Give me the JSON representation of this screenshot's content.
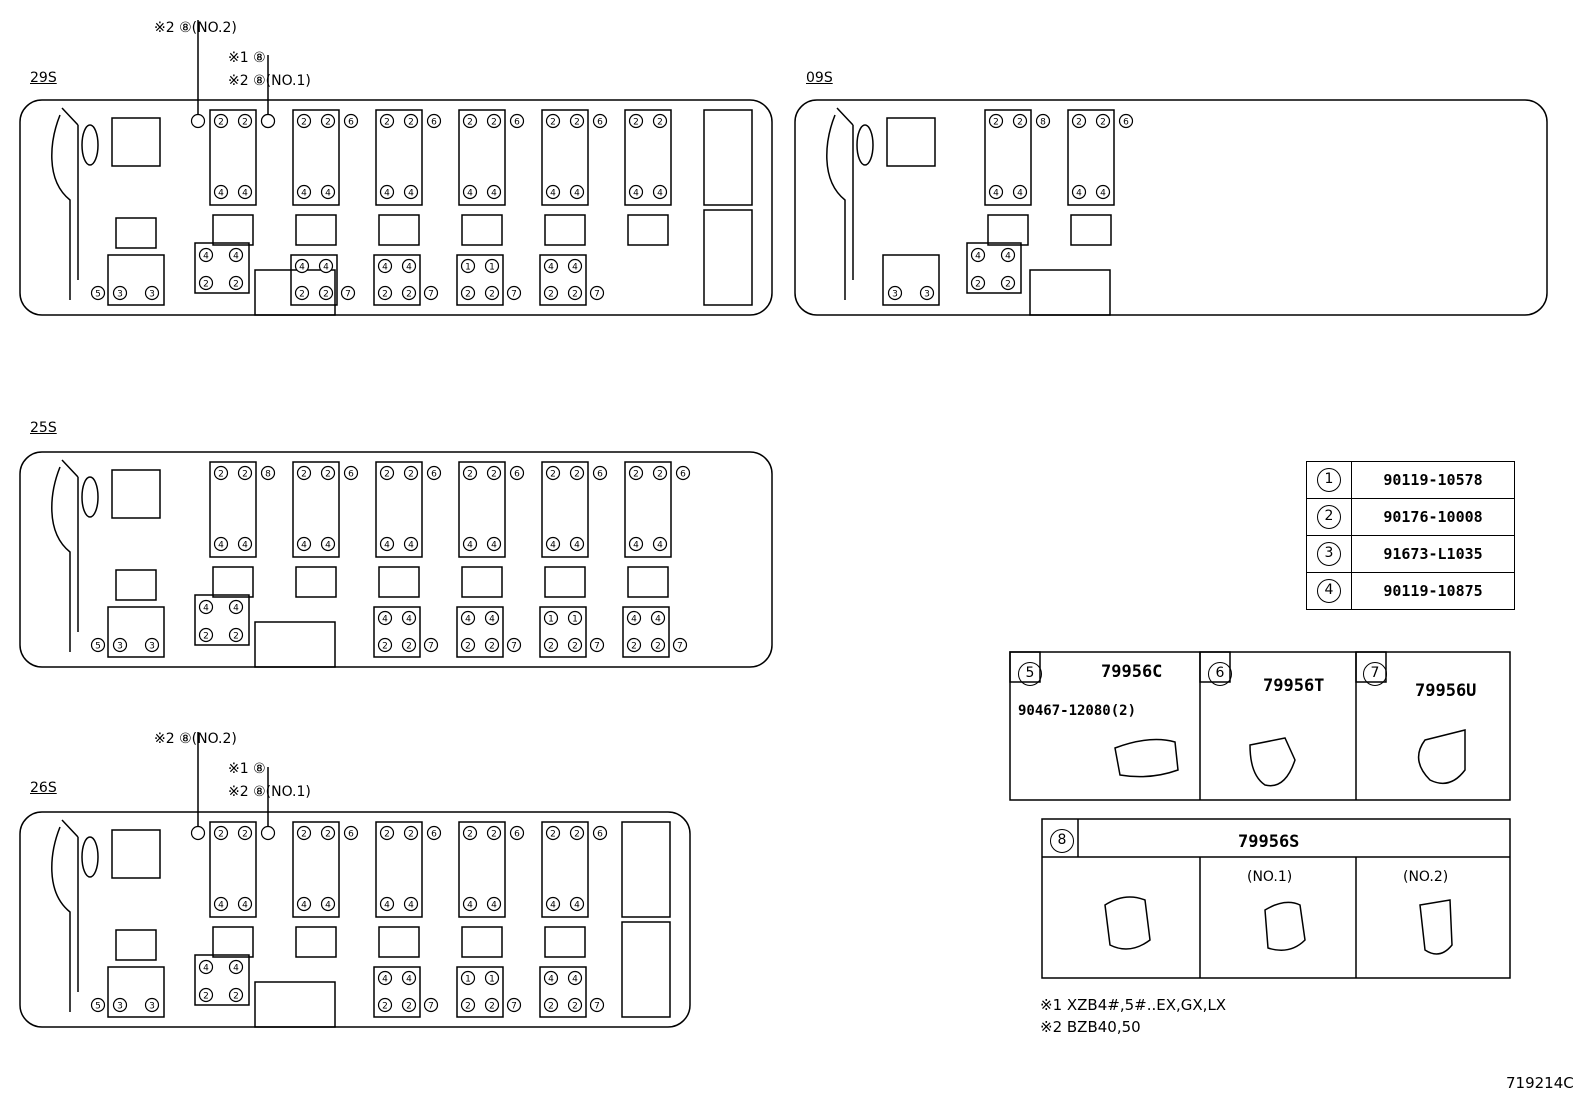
{
  "layouts": {
    "s29": {
      "label": "29S",
      "note_top": "※2 ⑧(NO.2)",
      "note_mid1": "※1 ⑧",
      "note_mid2": "※2 ⑧(NO.1)"
    },
    "s09": {
      "label": "09S"
    },
    "s25": {
      "label": "25S"
    },
    "s26": {
      "label": "26S",
      "note_top": "※2 ⑧(NO.2)",
      "note_mid1": "※1 ⑧",
      "note_mid2": "※2 ⑧(NO.1)"
    }
  },
  "parts_table": [
    {
      "num": "1",
      "code": "90119-10578"
    },
    {
      "num": "2",
      "code": "90176-10008"
    },
    {
      "num": "3",
      "code": "91673-L1035"
    },
    {
      "num": "4",
      "code": "90119-10875"
    }
  ],
  "covers": {
    "c5": {
      "num": "5",
      "code": "79956C",
      "sub": "90467-12080(2)"
    },
    "c6": {
      "num": "6",
      "code": "79956T"
    },
    "c7": {
      "num": "7",
      "code": "79956U"
    },
    "c8": {
      "num": "8",
      "code": "79956S",
      "no1": "(NO.1)",
      "no2": "(NO.2)"
    }
  },
  "footnotes": {
    "n1": "※1 XZB4#,5#..EX,GX,LX",
    "n2": "※2 BZB40,50"
  },
  "diagram_id": "719214C",
  "icons": [
    "bus-outline",
    "seat-frame",
    "bolt-callout",
    "seat-cover"
  ]
}
